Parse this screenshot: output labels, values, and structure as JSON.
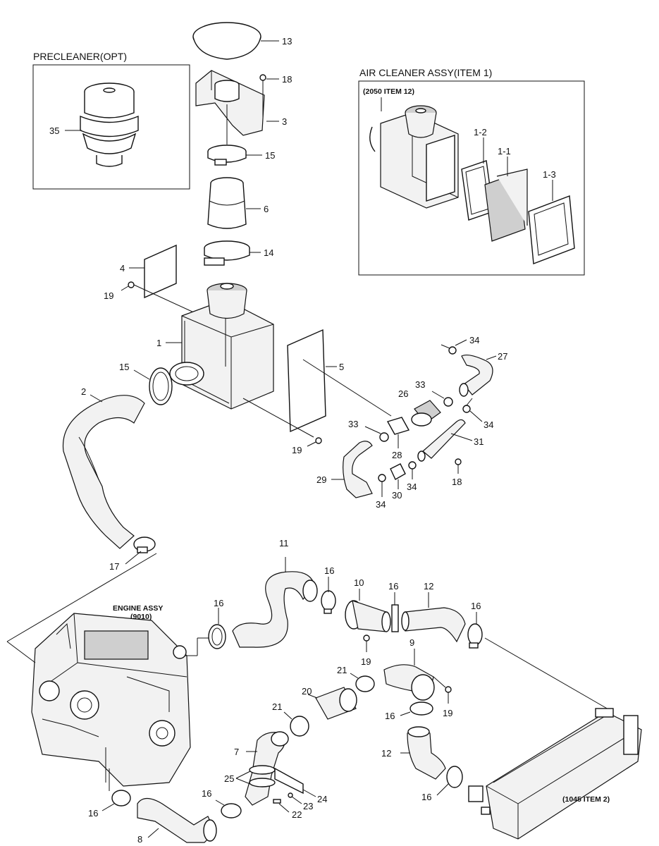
{
  "boxes": {
    "precleaner_title": "PRECLEANER(OPT)",
    "air_cleaner_title": "AIR CLEANER ASSY(ITEM 1)",
    "air_cleaner_ref": "(2050 ITEM 12)"
  },
  "engine": {
    "title": "ENGINE ASSY",
    "ref": "(9010)"
  },
  "intercooler_ref": "(1045 ITEM 2)",
  "callouts": {
    "c13": "13",
    "c18a": "18",
    "c3": "3",
    "c15a": "15",
    "c6": "6",
    "c14": "14",
    "c4": "4",
    "c19a": "19",
    "c1": "1",
    "c15b": "15",
    "c2": "2",
    "c5": "5",
    "c19b": "19",
    "c17": "17",
    "c35": "35",
    "c12a": "1-2",
    "c11a": "1-1",
    "c13a": "1-3",
    "c34a": "34",
    "c27": "27",
    "c33a": "33",
    "c26": "26",
    "c34b": "34",
    "c33b": "33",
    "c28": "28",
    "c31": "31",
    "c29": "29",
    "c30": "30",
    "c34c": "34",
    "c34d": "34",
    "c18b": "18",
    "c11": "11",
    "c16a": "16",
    "c10": "10",
    "c16b": "16",
    "c12": "12",
    "c16c": "16",
    "c16d": "16",
    "c19c": "19",
    "c9": "9",
    "c21a": "21",
    "c20": "20",
    "c21b": "21",
    "c16e": "16",
    "c19d": "19",
    "c12b": "12",
    "c7": "7",
    "c25": "25",
    "c24": "24",
    "c23": "23",
    "c22": "22",
    "c16f": "16",
    "c16g": "16",
    "c16h": "16",
    "c8": "8"
  }
}
